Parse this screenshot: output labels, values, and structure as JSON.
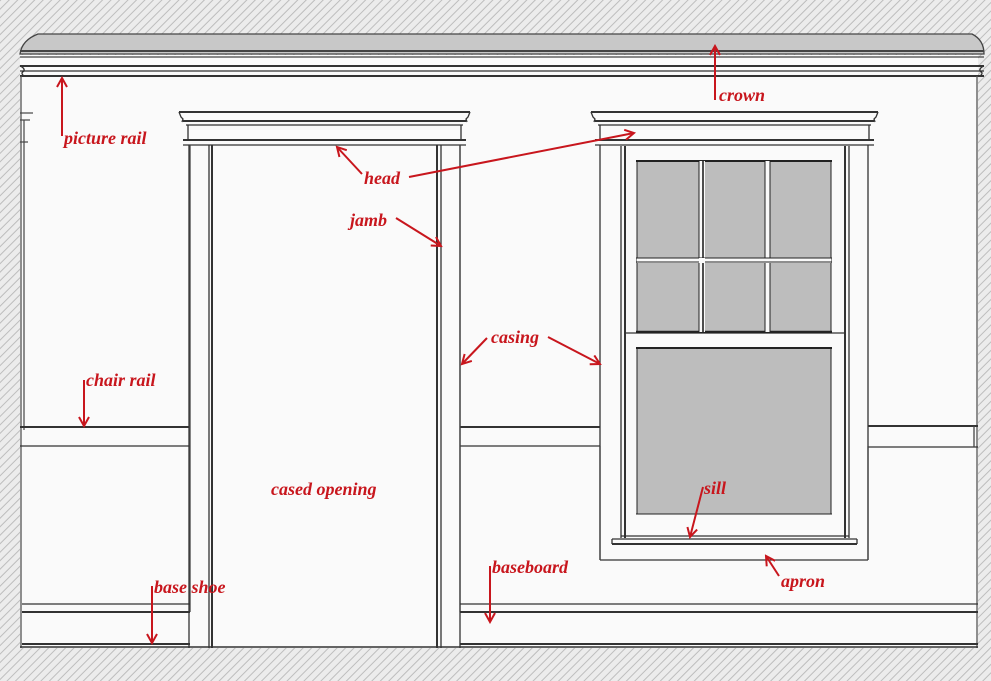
{
  "diagram": {
    "type": "elevation-drawing",
    "subject": "interior wall trim / molding terminology",
    "colors": {
      "label": "#c8161d",
      "wall": "#fafafa",
      "hatch_bg": "#ececec",
      "hatch_line": "#bdbdbd",
      "glass": "#bdbdbd",
      "crown_fill": "#c8c8c8",
      "line": "#333333"
    },
    "labels": {
      "crown": "crown",
      "picture_rail": "picture rail",
      "head": "head",
      "jamb": "jamb",
      "casing": "casing",
      "chair_rail": "chair rail",
      "cased_opening": "cased opening",
      "sill": "sill",
      "apron": "apron",
      "base_shoe": "base shoe",
      "baseboard": "baseboard"
    },
    "window": {
      "upper_sash_lites": 6,
      "lower_sash_lites": 1
    }
  }
}
